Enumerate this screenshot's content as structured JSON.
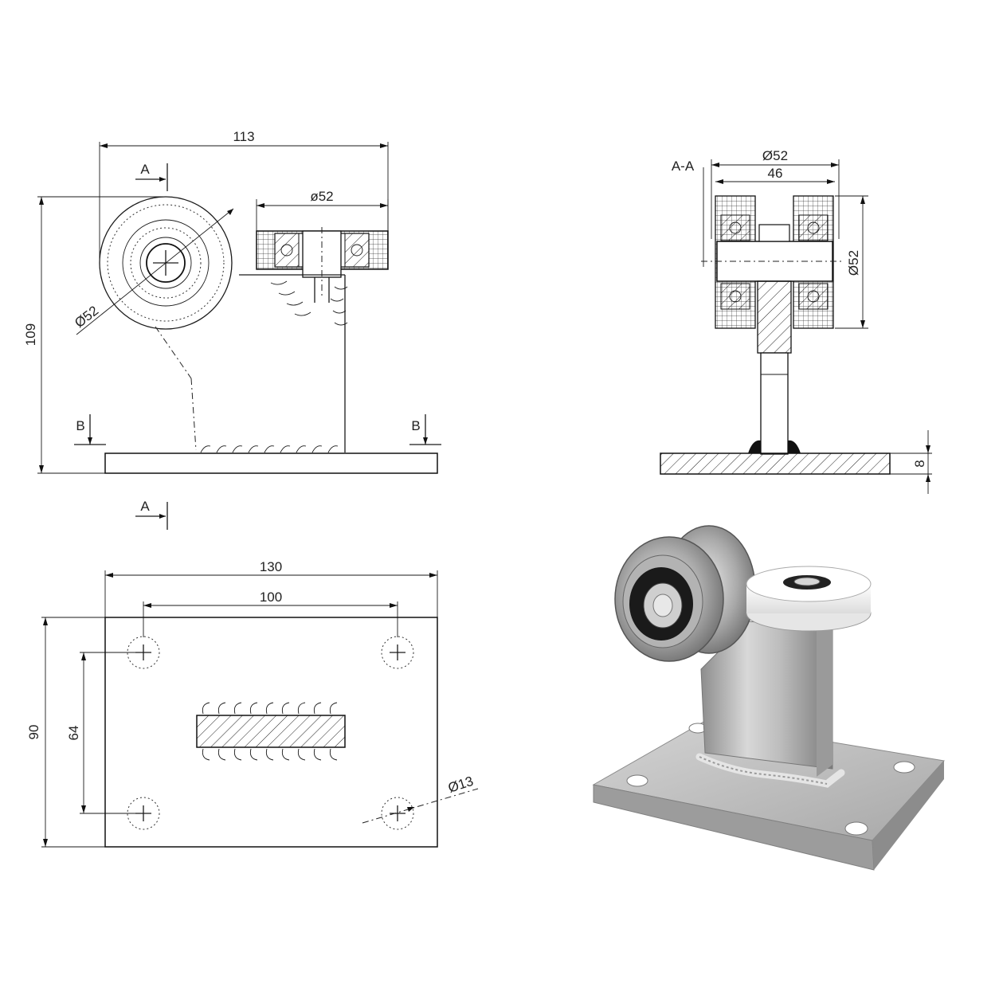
{
  "front_view": {
    "width_dim": "113",
    "height_dim": "109",
    "wheel_diameter": "Ø52",
    "side_wheel_diameter": "ø52",
    "section_marker_a": "A",
    "section_marker_b": "B"
  },
  "section_view": {
    "title": "A-A",
    "outer_diameter": "Ø52",
    "inner_width": "46",
    "height_diameter": "Ø52",
    "plate_thickness": "8"
  },
  "plan_view": {
    "plate_width": "130",
    "hole_spacing_x": "100",
    "plate_height": "90",
    "hole_spacing_y": "64",
    "hole_diameter": "Ø13",
    "section_marker_a": "A"
  },
  "photo": {
    "subject": "stainless steel sliding gate roller bracket with grey V-groove wheel and white guide roller"
  }
}
